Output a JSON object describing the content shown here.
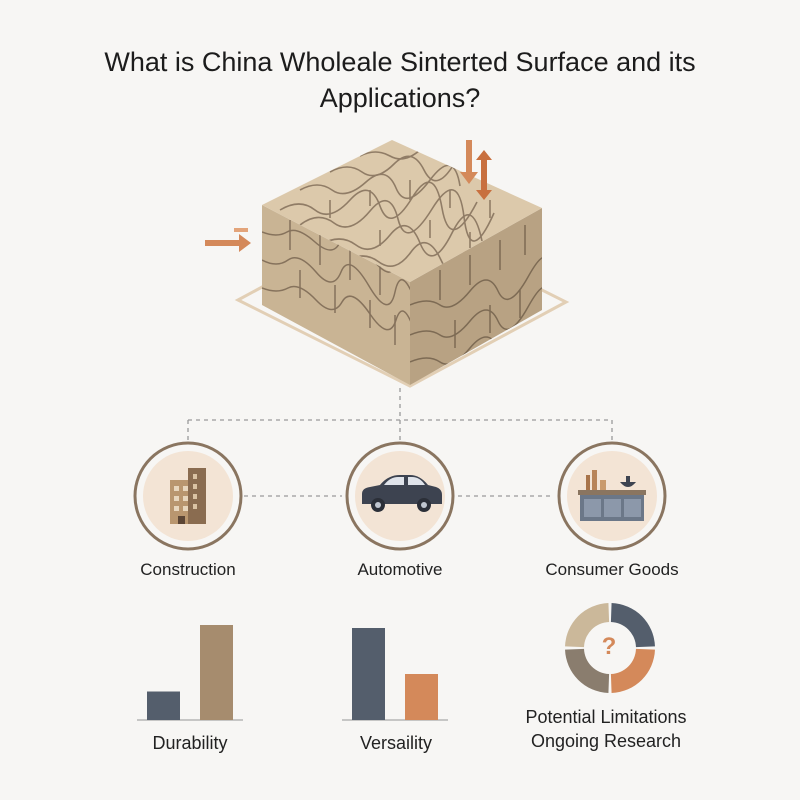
{
  "title_line1": "What is China Wholeale Sinterted Surface and its",
  "title_line2": "Applications?",
  "applications": [
    {
      "label": "Construction",
      "icon": "building-icon"
    },
    {
      "label": "Automotive",
      "icon": "car-icon"
    },
    {
      "label": "Consumer Goods",
      "icon": "kitchen-counter-icon"
    }
  ],
  "chart_data": [
    {
      "type": "bar",
      "xlabel": "Durability",
      "series_colors": [
        "#545e6c",
        "#a68c6e"
      ],
      "values": [
        0.3,
        1.0
      ]
    },
    {
      "type": "bar",
      "xlabel": "Versaility",
      "series_colors": [
        "#545e6c",
        "#d4895a"
      ],
      "values": [
        1.0,
        0.5
      ]
    },
    {
      "type": "pie",
      "title_line1": "Potential Limitations",
      "title_line2": "Ongoing Research",
      "center_text": "?",
      "slices": [
        {
          "color": "#545e6c",
          "value": 25
        },
        {
          "color": "#d4895a",
          "value": 25
        },
        {
          "color": "#8a7d6e",
          "value": 25
        },
        {
          "color": "#cbb89a",
          "value": 25
        }
      ]
    }
  ],
  "colors": {
    "slate": "#545e6c",
    "tan": "#a68c6e",
    "orange": "#d4895a",
    "stone": "#cfbea3",
    "circle_border": "#8a7560"
  }
}
